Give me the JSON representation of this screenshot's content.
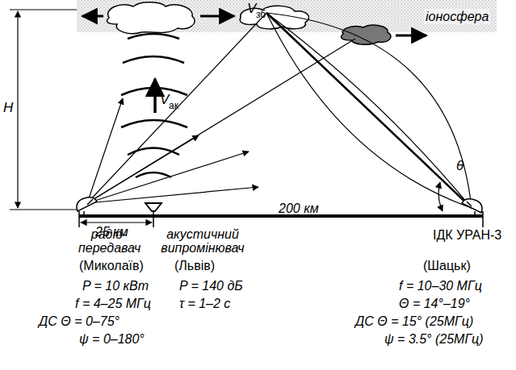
{
  "diagram": {
    "nodes": [
      {
        "text": [
          "іоносфера"
        ]
      }
    ],
    "labels": [
      "V",
      "зб",
      "V",
      "ак",
      "H",
      "25 км",
      "200 км",
      "θ",
      "радіо- передавач",
      "акустичний випромінювач",
      "ІДК УРАН-3",
      "(Миколаїв)",
      "(Львів)",
      "(Шацьк)",
      "P = 10 кВт",
      "f = 4–25 МГц",
      "ДС Θ = 0–75°",
      "ψ = 0–180°",
      "P = 140 дБ",
      "τ = 1–2 с",
      "f = 10–30 МГц",
      "Θ = 14°–19°",
      "ДС Θ = 15° (25МГц)",
      "ψ = 3.5° (25МГц)"
    ]
  }
}
